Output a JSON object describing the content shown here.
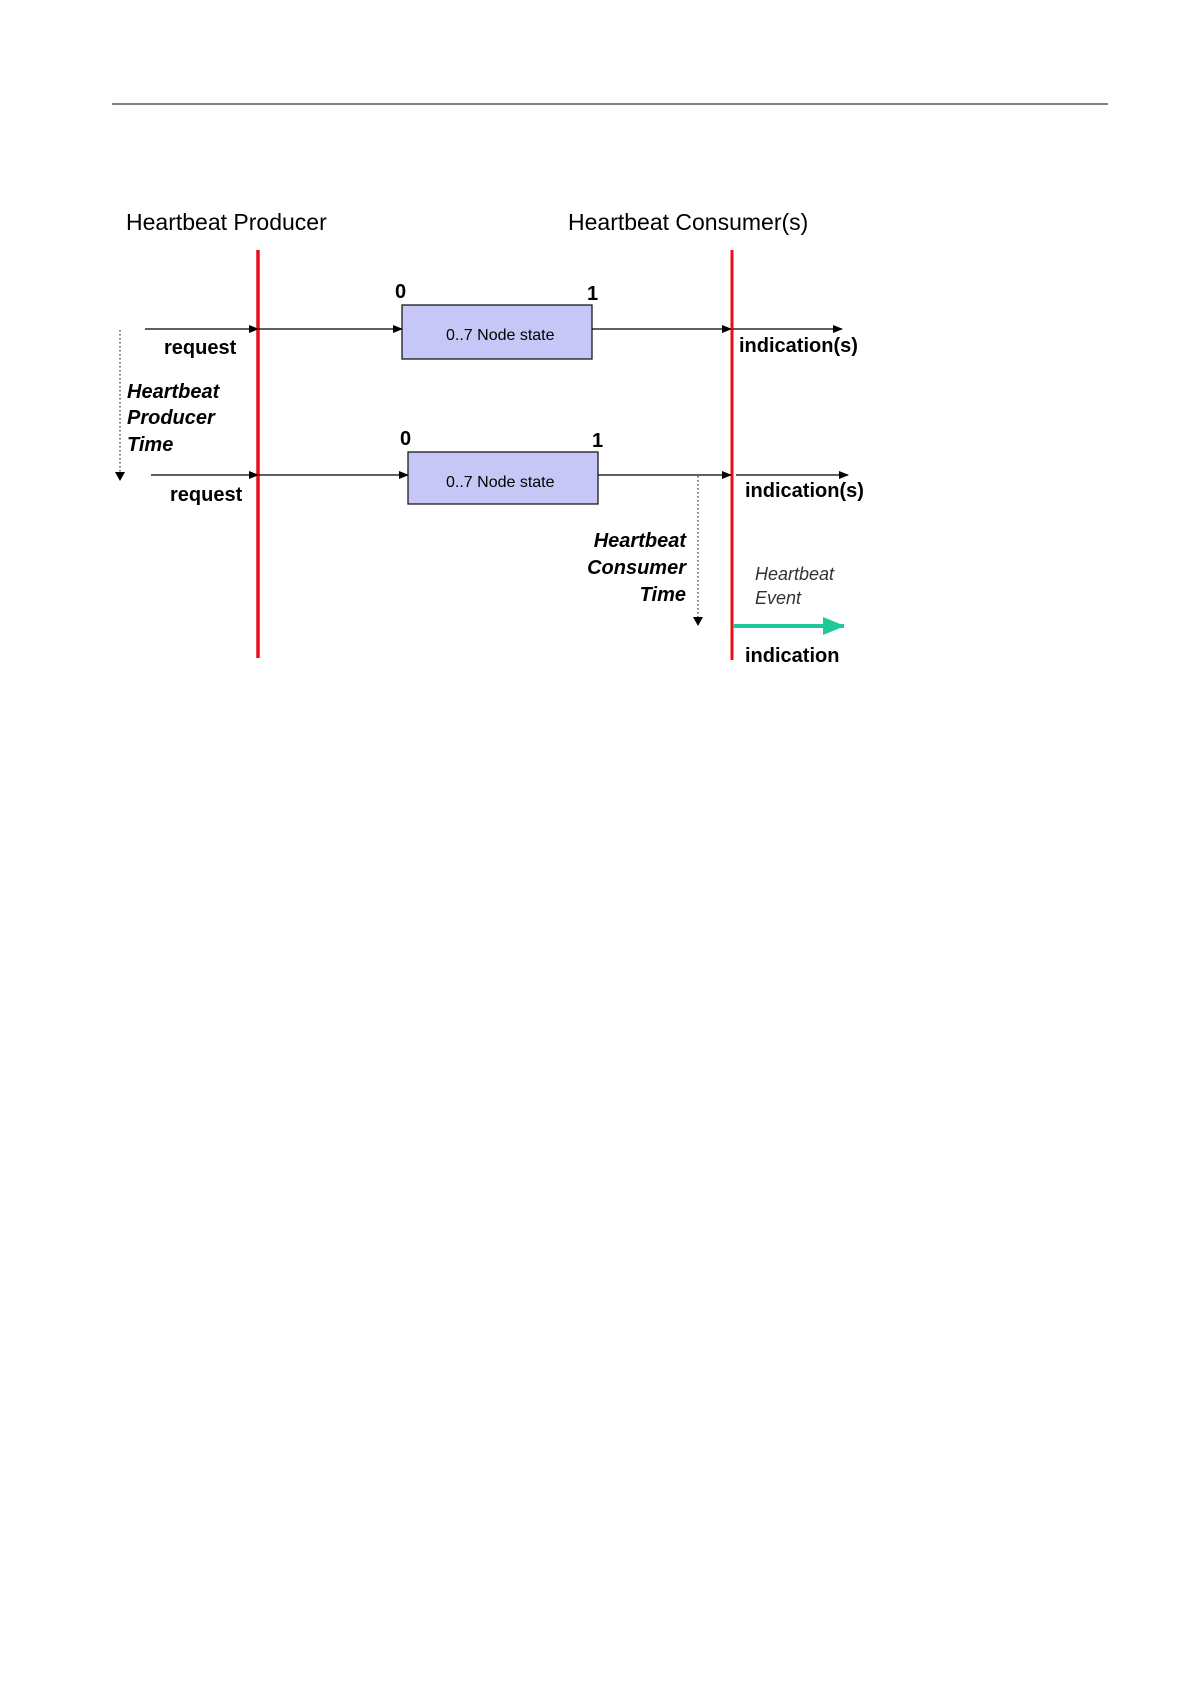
{
  "colors": {
    "lifeline": "#e8111b",
    "box_fill": "#c7c7f7",
    "box_stroke": "#1a1a1a",
    "event_arrow": "#1ec89a",
    "text": "#000000",
    "event_text": "#333333"
  },
  "diagram": {
    "producer_title": "Heartbeat Producer",
    "consumer_title": "Heartbeat Consumer(s)",
    "messages": [
      {
        "request_label": "request",
        "bit_start": "0",
        "bit_end": "1",
        "box_label": "0..7 Node state",
        "indication_label": "indication(s)"
      },
      {
        "request_label": "request",
        "bit_start": "0",
        "bit_end": "1",
        "box_label": "0..7 Node state",
        "indication_label": "indication(s)"
      }
    ],
    "producer_time": {
      "line1": "Heartbeat",
      "line2": "Producer",
      "line3": "Time"
    },
    "consumer_time": {
      "line1": "Heartbeat",
      "line2": "Consumer",
      "line3": "Time"
    },
    "event": {
      "line1": "Heartbeat",
      "line2": "Event",
      "indication_label": "indication"
    }
  }
}
